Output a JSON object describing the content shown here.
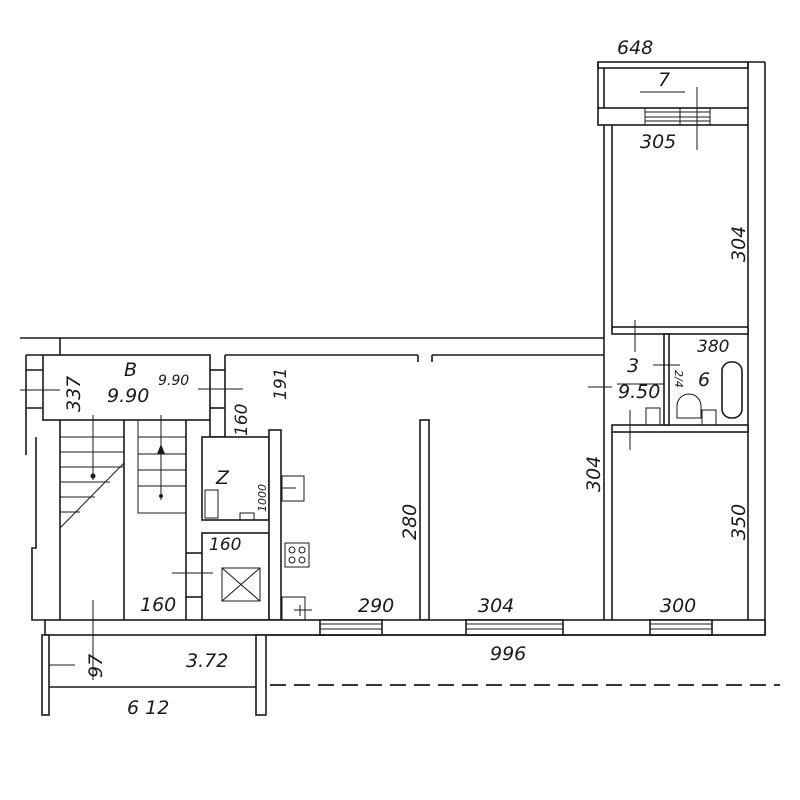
{
  "plan": {
    "dimensions": {
      "top_width": "648",
      "balcony_top_label": "7",
      "top_room_width": "305",
      "top_room_depth": "304",
      "bath_width": "380",
      "hall_label": "3",
      "hall_area": "9.50",
      "bath_label": "6",
      "bath_note": "2/4",
      "room_right_depth": "350",
      "room_right_width": "300",
      "room_mid_width": "304",
      "room_mid_depth": "304",
      "room_left_width": "290",
      "room_left_depth": "280",
      "kitchen_depth": "191",
      "stair_label": "B",
      "stair_area": "9.90",
      "stair_area_small": "9.90",
      "stair_depth": "337",
      "corridor_160a": "160",
      "wc_label": "Z",
      "wc_dim": "1000",
      "shaft_160": "160",
      "stair_160": "160",
      "total_width": "996",
      "balcony_depth": "97",
      "balcony_area": "3.72",
      "balcony_width": "6 12"
    }
  }
}
